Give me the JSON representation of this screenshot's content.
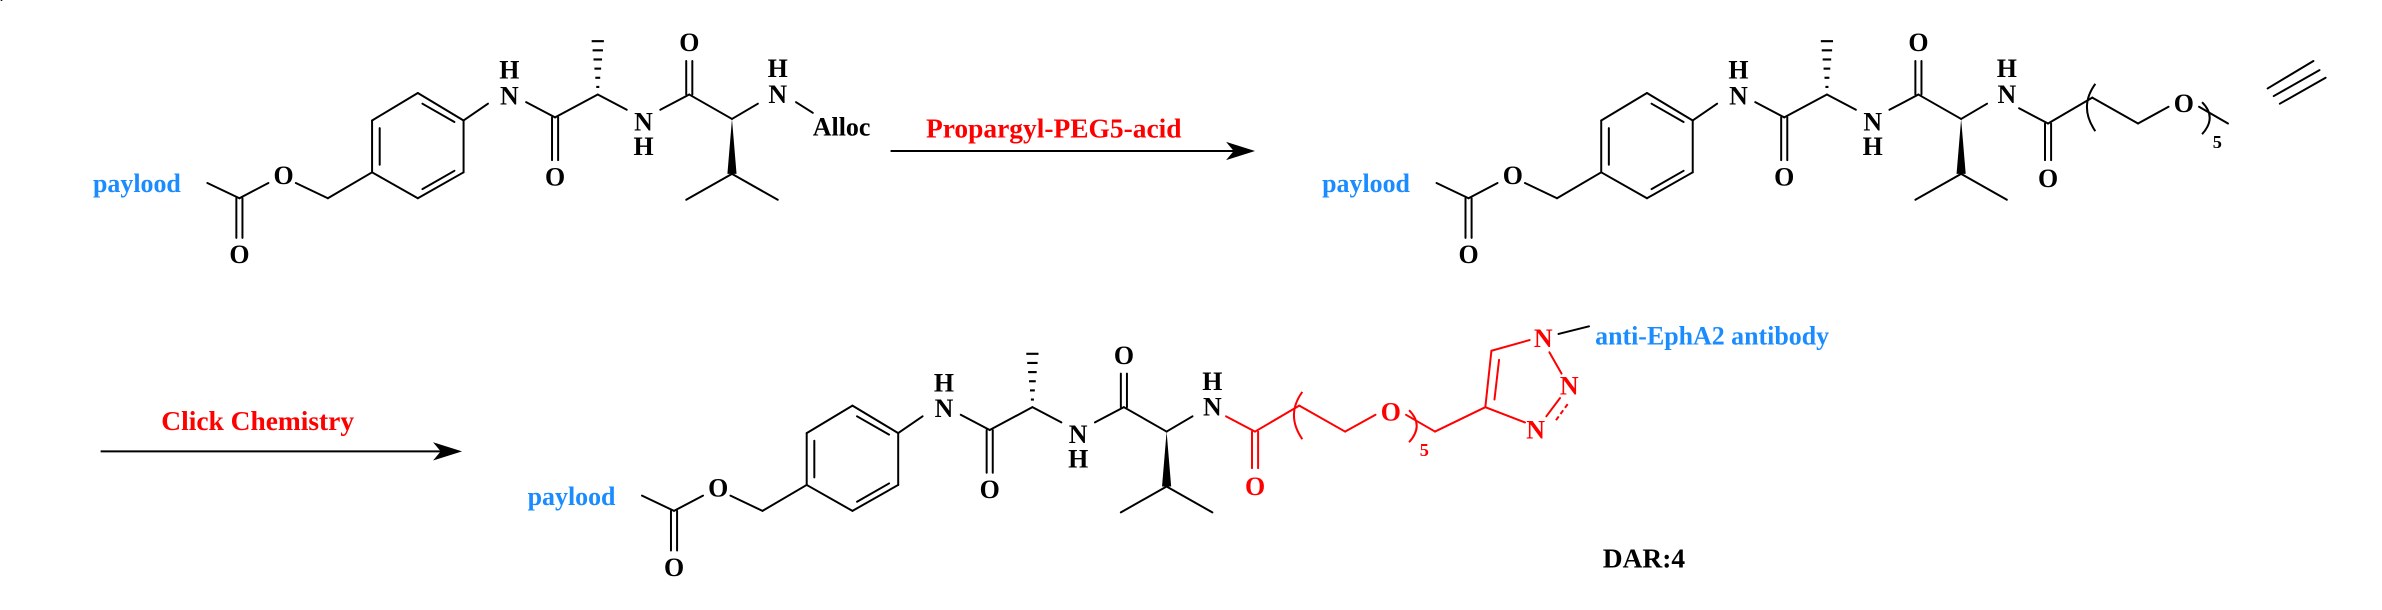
{
  "reagents": {
    "step1": "Propargyl-PEG5-acid",
    "step2": "Click Chemistry"
  },
  "labels": {
    "payload": "paylood",
    "protecting_group": "Alloc",
    "antibody": "anti-EphA2 antibody",
    "dar": "DAR:4",
    "repeat_count": "5"
  },
  "atoms": {
    "oxygen": "O",
    "nitrogen": "N",
    "hydrogen": "H"
  },
  "colors": {
    "payload": "#1a8cff",
    "reagent": "#ff0000",
    "linker": "#ff0000",
    "bond": "#000000"
  }
}
